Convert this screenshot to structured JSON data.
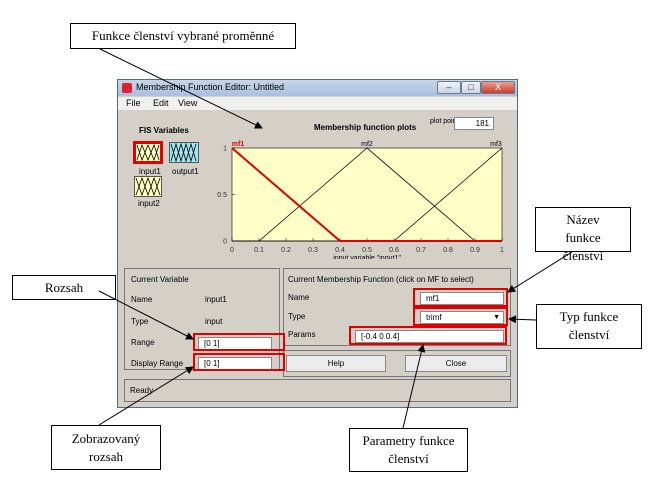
{
  "annotations": {
    "top": "Funkce členství vybrané proměnné",
    "rozsah": "Rozsah",
    "zobrazovany": "Zobrazovaný rozsah",
    "nazev": "Název funkce členství",
    "typ": "Typ funkce členství",
    "parametry": "Parametry funkce členství"
  },
  "window": {
    "title": "Membership Function Editor: Untitled",
    "minimize": "–",
    "maximize": "□",
    "close": "X"
  },
  "menu": {
    "file": "File",
    "edit": "Edit",
    "view": "View"
  },
  "fis": {
    "title": "FIS Variables",
    "input1": "input1",
    "output1": "output1",
    "input2": "input2"
  },
  "plot": {
    "title": "Membership function plots",
    "points_label": "plot points:",
    "points_value": "181",
    "xlabel": "input variable \"input1\"",
    "mf_labels": [
      "mf1",
      "mf2",
      "mf3"
    ]
  },
  "chart_data": {
    "type": "line",
    "xlabel": "input variable \"input1\"",
    "xlim": [
      0,
      1
    ],
    "ylim": [
      0,
      1
    ],
    "x_ticks": [
      0,
      0.1,
      0.2,
      0.3,
      0.4,
      0.5,
      0.6,
      0.7,
      0.8,
      0.9,
      1
    ],
    "x_tick_labels": [
      "0",
      "0.1",
      "0.2",
      "0.3",
      "0.4",
      "0.5",
      "0.6",
      "0.7",
      "0.8",
      "0.9",
      "1"
    ],
    "y_ticks": [
      0,
      0.5,
      1
    ],
    "y_tick_labels": [
      "0",
      "0.5",
      "1"
    ],
    "series": [
      {
        "name": "mf1",
        "color": "#e00000",
        "x": [
          0,
          0.4,
          1
        ],
        "y": [
          1,
          0,
          0
        ]
      },
      {
        "name": "mf2",
        "color": "#000000",
        "x": [
          0,
          0.1,
          0.5,
          0.9,
          1
        ],
        "y": [
          0,
          0,
          1,
          0,
          0
        ]
      },
      {
        "name": "mf3",
        "color": "#000000",
        "x": [
          0,
          0.6,
          1
        ],
        "y": [
          0,
          0,
          1
        ]
      }
    ]
  },
  "current_variable": {
    "title": "Current Variable",
    "name_label": "Name",
    "name_value": "input1",
    "type_label": "Type",
    "type_value": "input",
    "range_label": "Range",
    "range_value": "[0 1]",
    "display_range_label": "Display Range",
    "display_range_value": "[0 1]"
  },
  "current_mf": {
    "title": "Current Membership Function (click on MF to select)",
    "name_label": "Name",
    "name_value": "mf1",
    "type_label": "Type",
    "type_value": "trimf",
    "params_label": "Params",
    "params_value": "[-0.4 0 0.4]"
  },
  "buttons": {
    "help": "Help",
    "close": "Close"
  },
  "status": "Ready",
  "colors": {
    "highlight": "#e00000",
    "plot_bg": "#ffffc8",
    "window_bg": "#d4d0c8"
  }
}
